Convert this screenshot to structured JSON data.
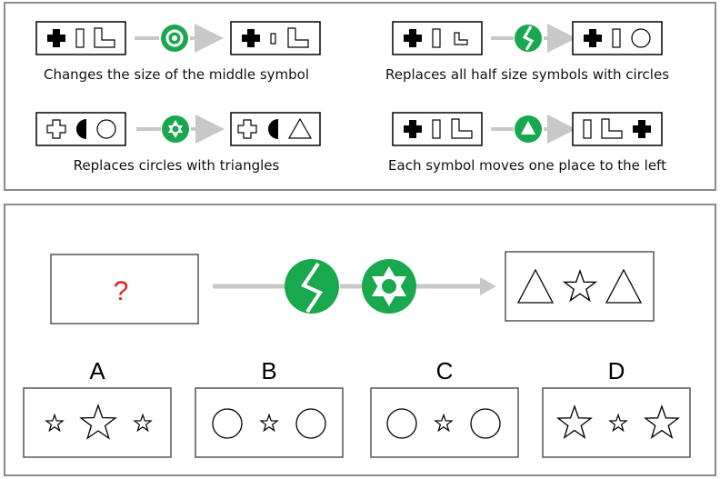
{
  "rules": [
    {
      "caption": "Changes the size of the middle symbol",
      "icon": "circle-ring-icon"
    },
    {
      "caption": "Replaces all half size symbols with circles",
      "icon": "zigzag-icon"
    },
    {
      "caption": "Replaces circles with triangles",
      "icon": "star-of-david-icon"
    },
    {
      "caption": "Each symbol moves one place to the left",
      "icon": "triangle-icon"
    }
  ],
  "puzzle": {
    "question_mark": "?",
    "operators": [
      "zigzag-icon",
      "star-of-david-icon"
    ],
    "result_symbols": [
      "triangle",
      "star",
      "triangle"
    ]
  },
  "options": [
    {
      "letter": "A",
      "symbols": [
        "small-star",
        "large-star",
        "small-star"
      ]
    },
    {
      "letter": "B",
      "symbols": [
        "circle",
        "small-star",
        "circle"
      ]
    },
    {
      "letter": "C",
      "symbols": [
        "circle",
        "small-star",
        "circle"
      ]
    },
    {
      "letter": "D",
      "symbols": [
        "large-star",
        "small-star",
        "large-star"
      ]
    }
  ],
  "colors": {
    "accent_green": "#1aa84f",
    "arrow_gray": "#c8c8c8",
    "border_gray": "#8a8a8a",
    "question_red": "#e0231f"
  }
}
